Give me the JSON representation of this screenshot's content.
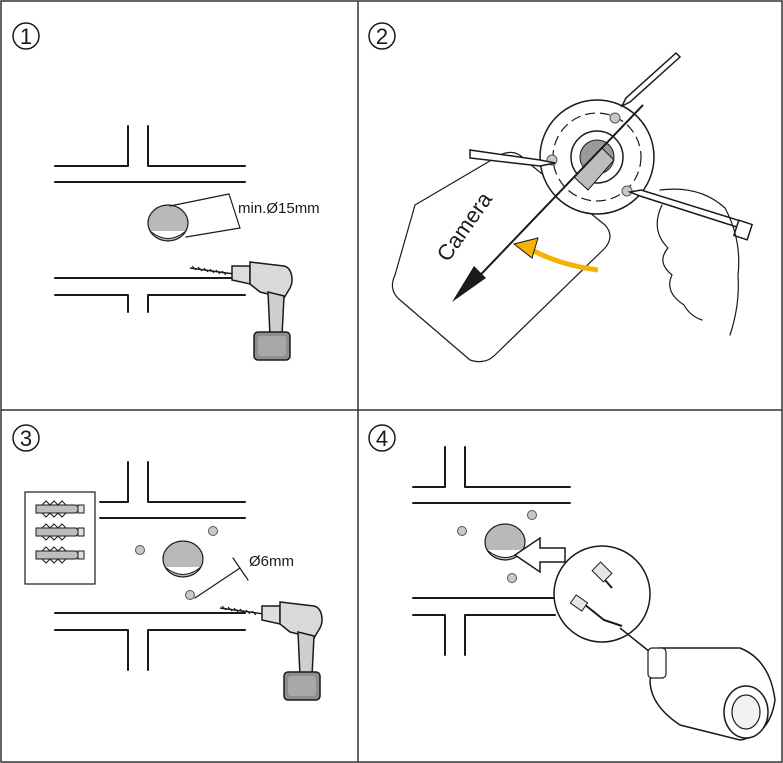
{
  "steps": [
    {
      "number": "1",
      "dimension": "min.Ø15mm"
    },
    {
      "number": "2",
      "tag_label": "Camera"
    },
    {
      "number": "3",
      "dimension": "Ø6mm"
    },
    {
      "number": "4"
    }
  ],
  "colors": {
    "line": "#1a1a1a",
    "hole": "#b9b9b9",
    "arrow_accent": "#f5b301",
    "border": "#333333"
  },
  "icons": [
    "drill-icon",
    "pencil-icon",
    "hand-icon",
    "wall-anchor-icon",
    "camera-icon",
    "connector-icon"
  ]
}
